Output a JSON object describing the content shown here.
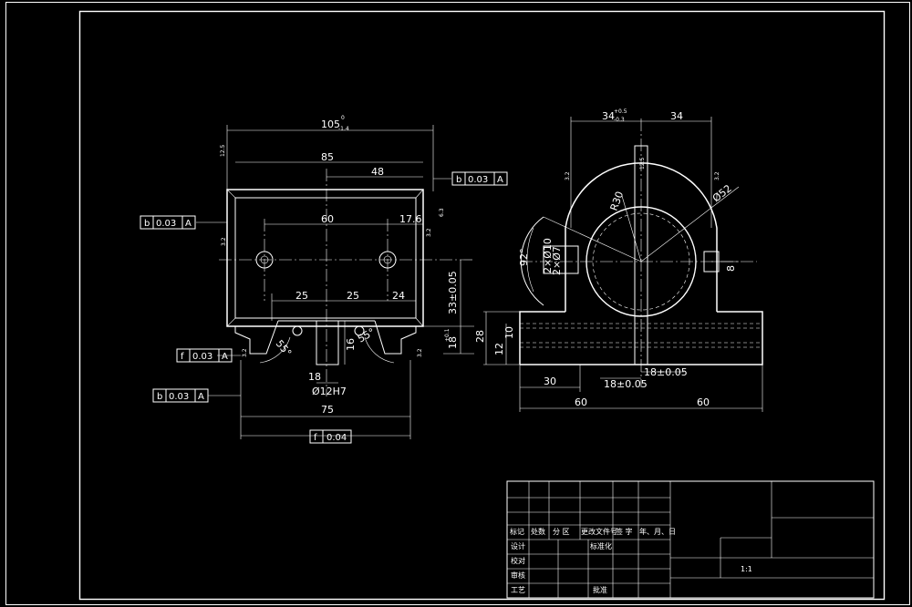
{
  "colors": {
    "background": "#000000",
    "lines": "#ffffff"
  },
  "front_view": {
    "dims": {
      "overall_width": "105",
      "overall_width_tol_upper": "0",
      "overall_width_tol_lower": "-1.4",
      "width_85": "85",
      "width_48": "48",
      "hole_spacing": "60",
      "edge_17_6": "17.6",
      "width_25_left": "25",
      "width_25_right": "25",
      "width_24": "24",
      "height_33": "33±0.05",
      "height_16": "16",
      "height_18": "18",
      "height_18_tol": "+0.1",
      "slot_width": "18",
      "slot_diam": "Ø12H7",
      "base_width": "75",
      "angle_left": "55°",
      "angle_right": "55°"
    },
    "roughness": [
      "12.5",
      "3.2",
      "3.2",
      "6.3",
      "3.2",
      "3.2"
    ],
    "fcf": {
      "top": {
        "symbol": "b",
        "value": "0.03",
        "datum": "A"
      },
      "left": {
        "symbol": "b",
        "value": "0.03",
        "datum": "A"
      },
      "left_lower": {
        "symbol": "f",
        "value": "0.03",
        "datum": "A"
      },
      "left_bottom": {
        "symbol": "b",
        "value": "0.03",
        "datum": "A"
      },
      "bottom": {
        "symbol": "f",
        "value": "0.04",
        "datum": ""
      }
    }
  },
  "side_view": {
    "dims": {
      "left_34": "34",
      "left_34_tol_upper": "+0.5",
      "left_34_tol_lower": "-0.3",
      "right_34": "34",
      "radius": "R30",
      "bore": "Ø52",
      "angle": "92°",
      "holes": "2×Ø10",
      "holes_2": "2×Ø7",
      "gap_8": "8",
      "height_28": "28",
      "height_12": "12",
      "height_10": "10",
      "offset_30": "30",
      "pos_18_left": "18±0.05",
      "pos_18_right": "18±0.05",
      "half_60_left": "60",
      "half_60_right": "60"
    },
    "roughness": [
      "3.2",
      "12.5",
      "3.2"
    ]
  },
  "title_block": {
    "labels": {
      "mark": "标记",
      "count": "处数",
      "zone": "分 区",
      "change_doc": "更改文件号",
      "sign": "签 字",
      "date": "年、月、日",
      "design": "设计",
      "standardize": "标准化",
      "proofread": "校对",
      "review": "审核",
      "process": "工艺",
      "approve": "批准"
    },
    "scale": "1:1"
  }
}
